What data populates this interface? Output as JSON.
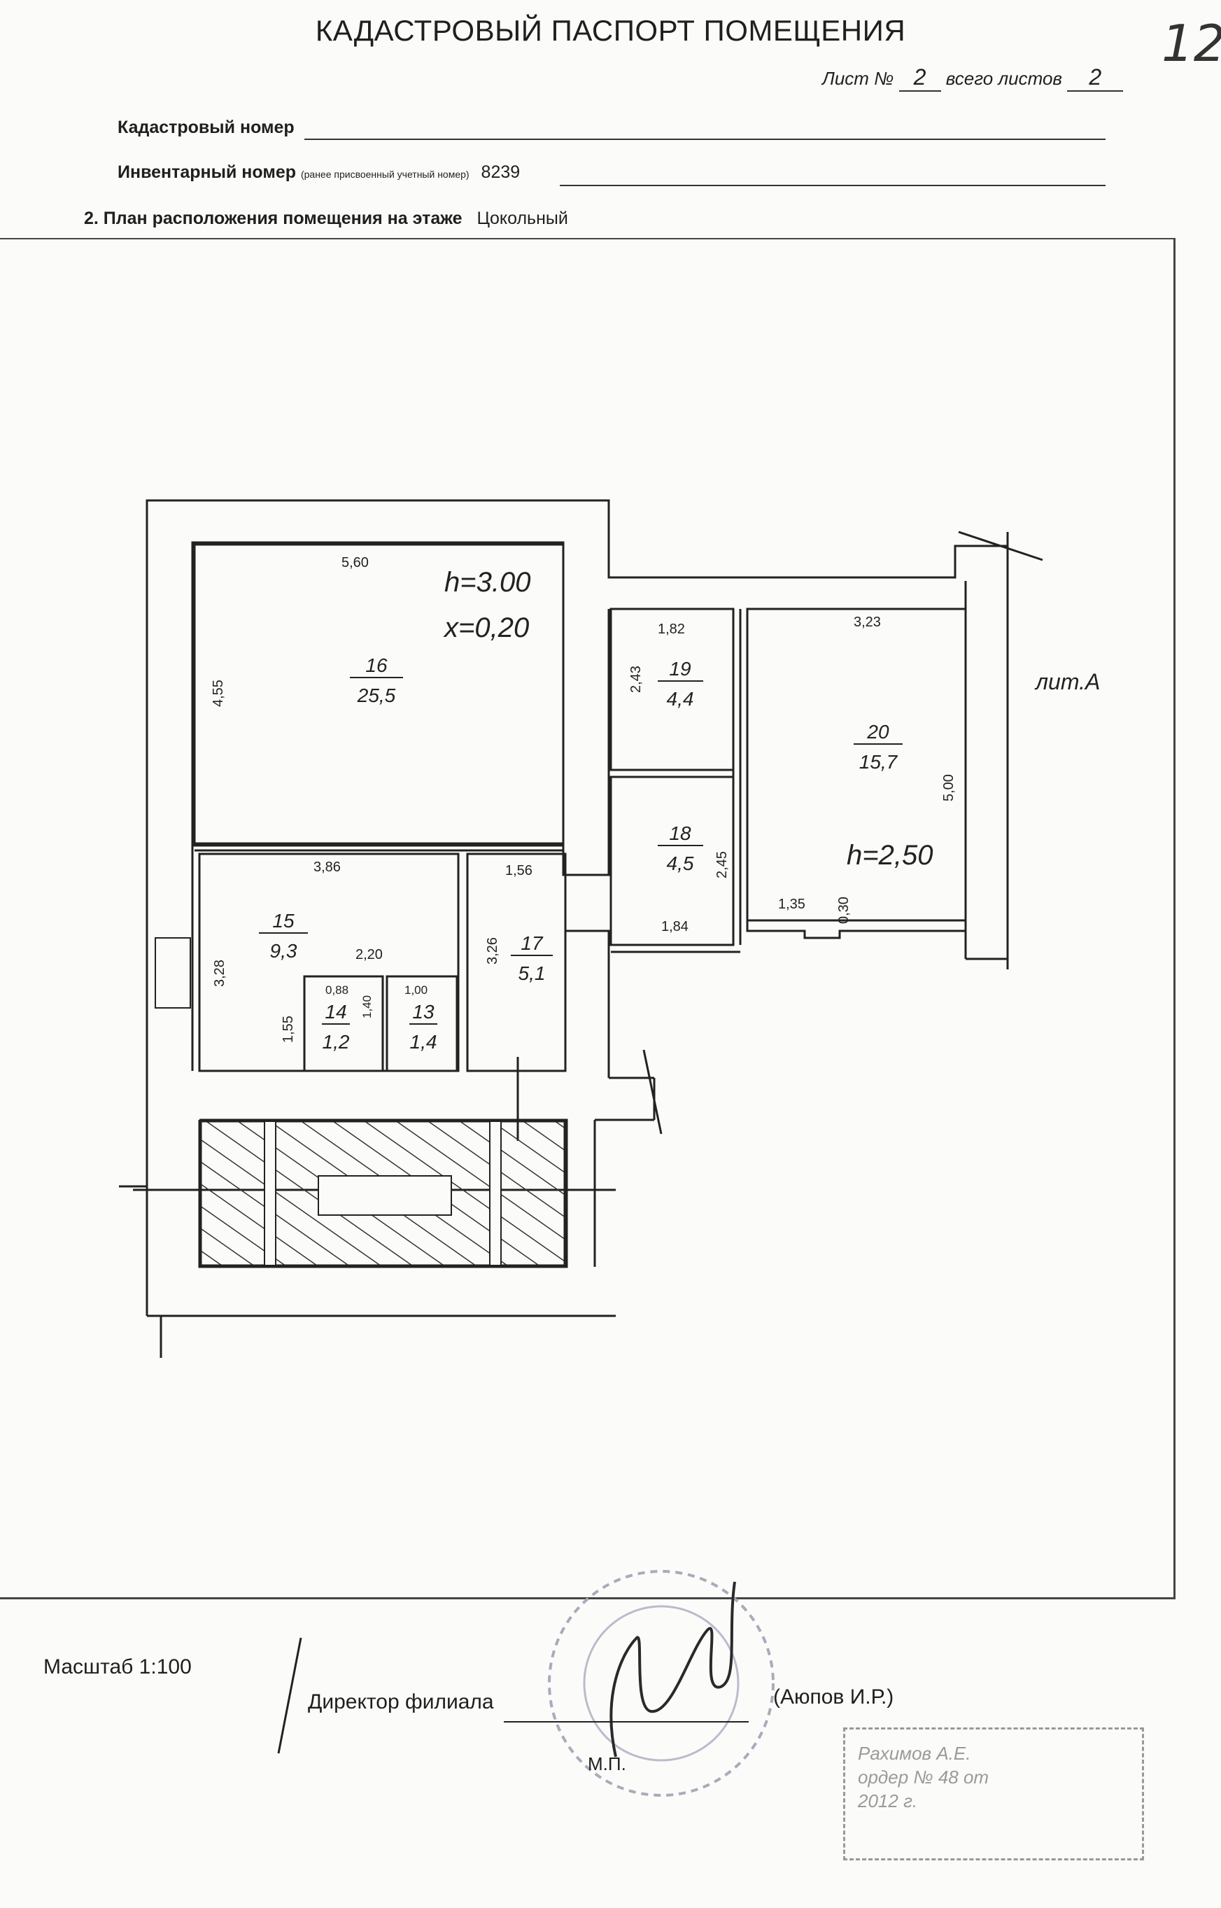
{
  "header": {
    "title": "КАДАСТРОВЫЙ ПАСПОРТ ПОМЕЩЕНИЯ",
    "corner_mark": "12",
    "sheet_label": "Лист №",
    "sheet_no": "2",
    "total_label": "всего листов",
    "total": "2"
  },
  "fields": {
    "cadastral_label": "Кадастровый номер",
    "cadastral_value": "",
    "inventory_label": "Инвентарный номер",
    "inventory_note": "(ранее присвоенный учетный номер)",
    "inventory_value": "8239",
    "plan_label": "2. План расположения помещения на этаже",
    "plan_value": "Цокольный"
  },
  "plan": {
    "lit": "лит.А",
    "h1": "h=3.00",
    "x1": "x=0,20",
    "h2": "h=2,50",
    "rooms": [
      {
        "no": "16",
        "area": "25,5"
      },
      {
        "no": "19",
        "area": "4,4"
      },
      {
        "no": "20",
        "area": "15,7"
      },
      {
        "no": "18",
        "area": "4,5"
      },
      {
        "no": "15",
        "area": "9,3"
      },
      {
        "no": "17",
        "area": "5,1"
      },
      {
        "no": "14",
        "area": "1,2"
      },
      {
        "no": "13",
        "area": "1,4"
      }
    ],
    "dims": [
      "5,60",
      "4,55",
      "1,82",
      "2,43",
      "3,23",
      "5,00",
      "3,86",
      "1,56",
      "2,45",
      "1,84",
      "1,35",
      "0,30",
      "3,28",
      "2,20",
      "3,26",
      "1,55",
      "0,88",
      "1,40",
      "1,00"
    ]
  },
  "footer": {
    "scale": "Масштаб 1:100",
    "director": "Директор филиала",
    "name": "(Аюпов И.Р.)",
    "mp": "М.П.",
    "stamp_lines": [
      "Рахимов А.Е.",
      "ордер № 48 от",
      "2012 г."
    ]
  }
}
